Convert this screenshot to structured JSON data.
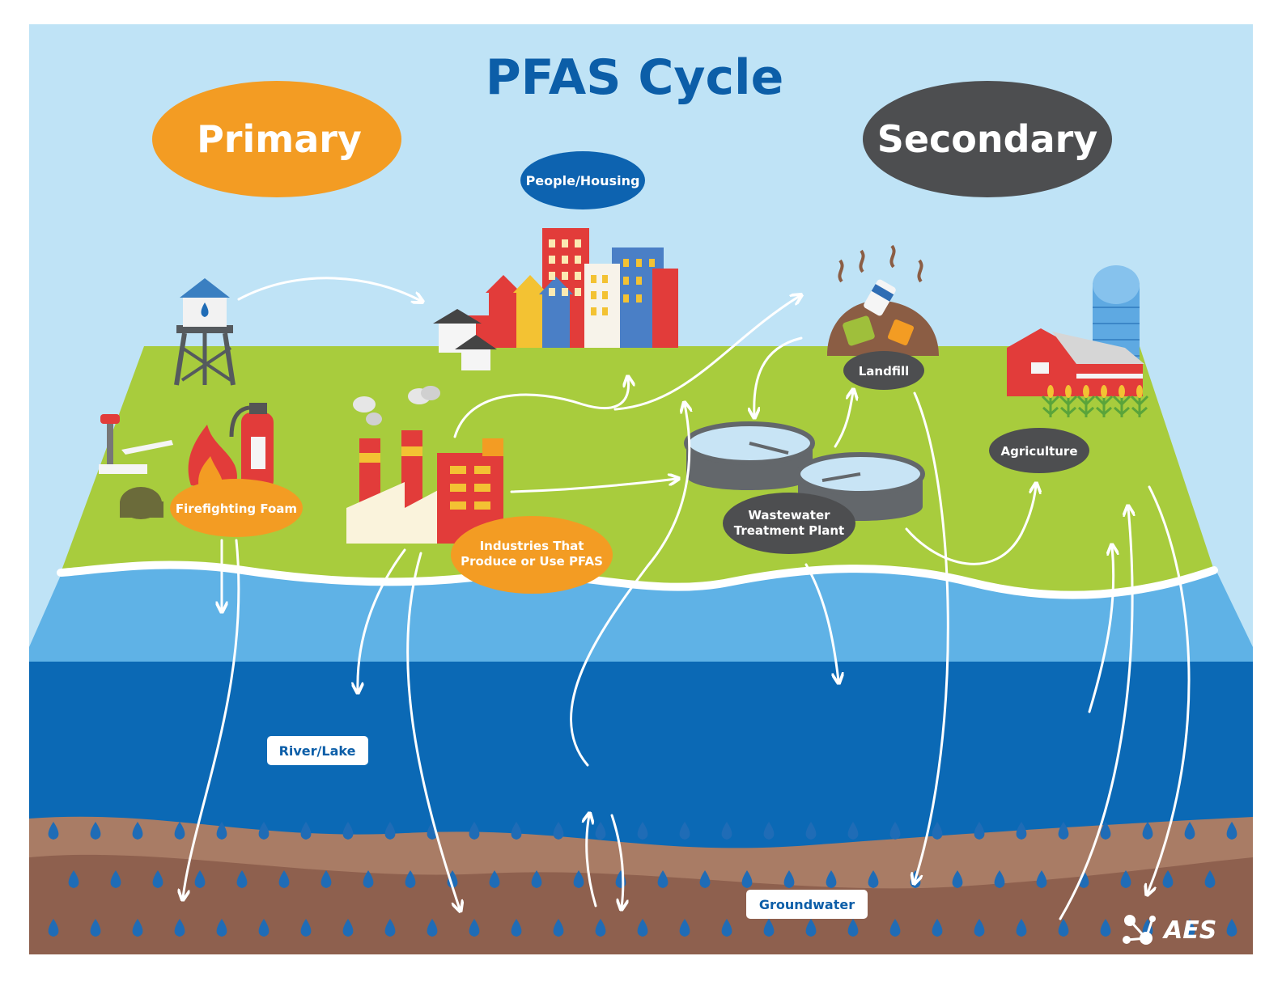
{
  "title": "PFAS Cycle",
  "categories": {
    "primary": "Primary",
    "secondary": "Secondary"
  },
  "labels": {
    "people_housing": "People/Housing",
    "firefighting_foam": "Firefighting Foam",
    "industries_line1": "Industries That",
    "industries_line2": "Produce or Use PFAS",
    "wastewater_line1": "Wastewater",
    "wastewater_line2": "Treatment Plant",
    "landfill": "Landfill",
    "agriculture": "Agriculture",
    "river_lake": "River/Lake",
    "groundwater": "Groundwater"
  },
  "logo_text": "AES",
  "colors": {
    "sky": "#bfe3f6",
    "primary_orange": "#f39c23",
    "secondary_gray": "#4d4e50",
    "people_blue": "#0d63b0",
    "land_green": "#a8cc3d",
    "light_water": "#5fb2e6",
    "deep_water": "#0b69b5",
    "soil_light": "#a97c65",
    "soil_dark": "#8e604e",
    "title_blue": "#0c5ea8"
  }
}
